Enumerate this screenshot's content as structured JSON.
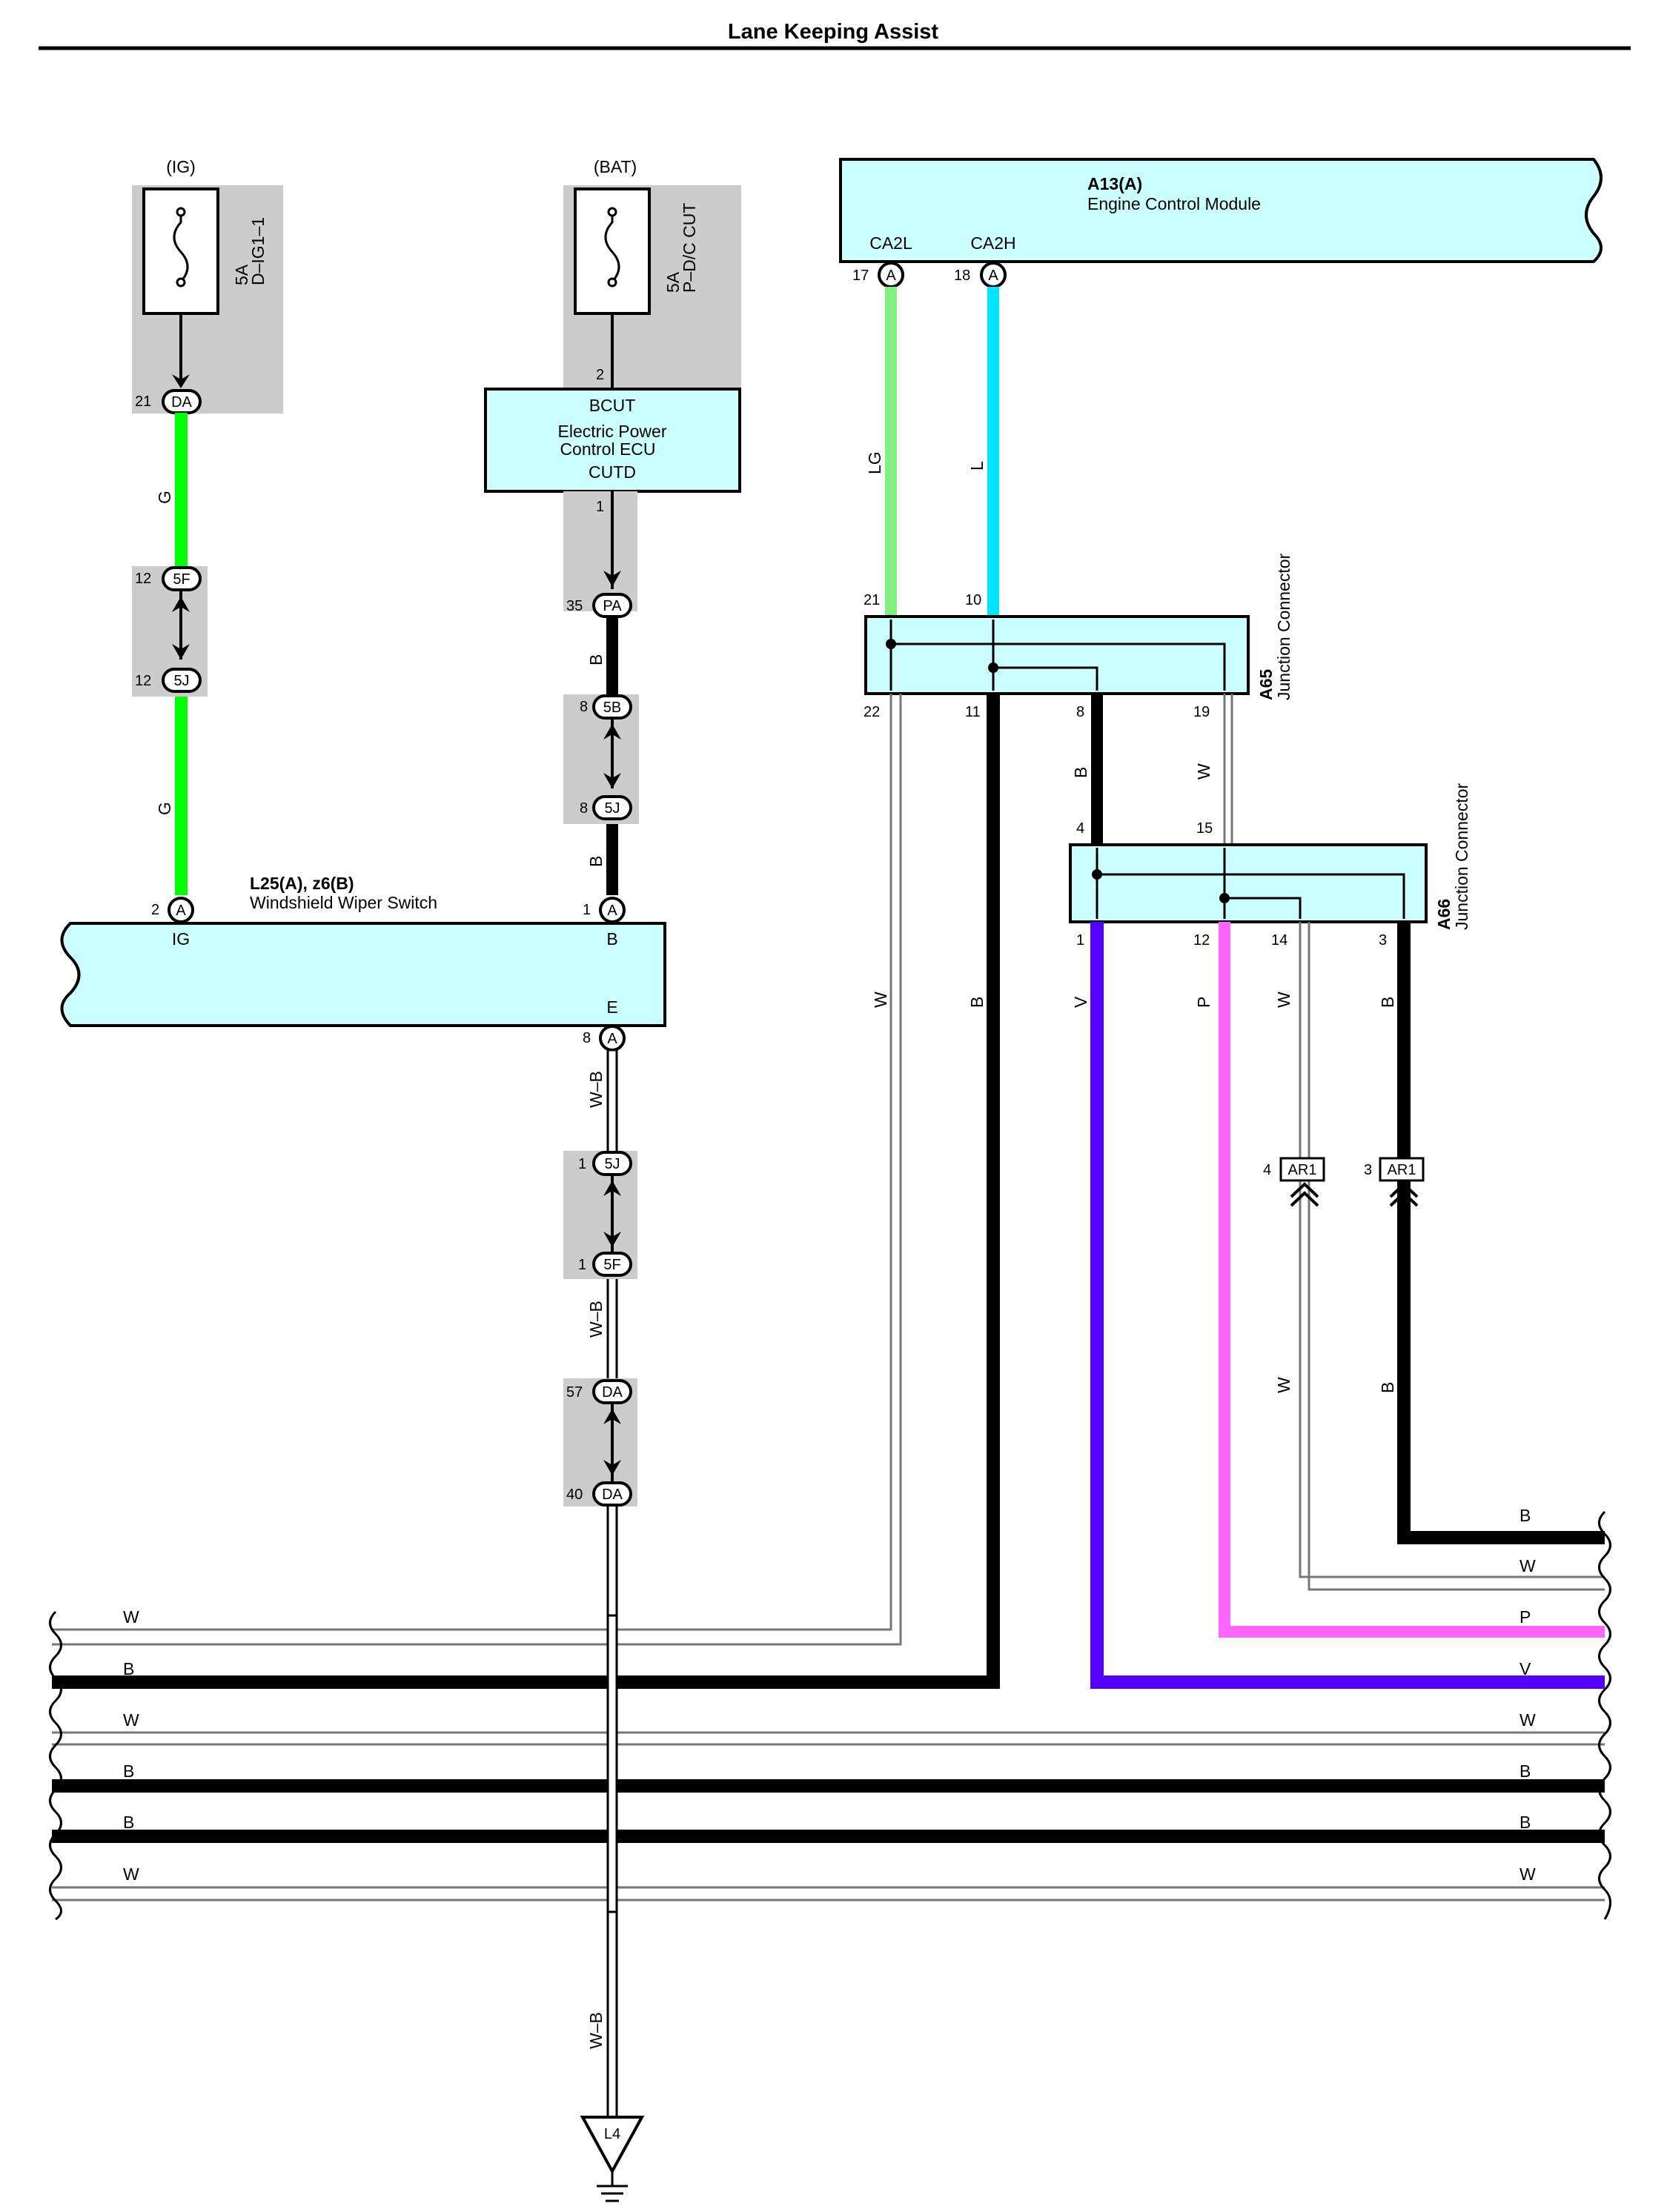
{
  "title": "Lane Keeping Assist",
  "supplies": {
    "ig": "(IG)",
    "bat": "(BAT)"
  },
  "fuses": {
    "d_ig1": {
      "rating": "5A",
      "name": "D–IG1–1"
    },
    "pdc": {
      "rating": "5A",
      "name": "P–D/C CUT"
    }
  },
  "ecm": {
    "code": "A13(A)",
    "name": "Engine Control Module",
    "pin_left": "CA2L",
    "pin_right": "CA2H",
    "num_left": "17",
    "num_right": "18",
    "conn": "A"
  },
  "epc_ecu": {
    "line1": "BCUT",
    "line2": "Electric Power",
    "line3": "Control ECU",
    "line4": "CUTD",
    "pin_top": "2",
    "pin_bottom": "1"
  },
  "wiper": {
    "code": "L25(A), z6(B)",
    "name": "Windshield Wiper Switch",
    "pin_ig_num": "2",
    "pin_ig_conn": "A",
    "pin_ig": "IG",
    "pin_b_num": "1",
    "pin_b_conn": "A",
    "pin_b": "B",
    "pin_e": "E",
    "pin_e_num": "8",
    "pin_e_conn": "A"
  },
  "a65": {
    "code": "A65",
    "name": "Junction Connector",
    "pins_top": [
      "21",
      "10"
    ],
    "pins_bottom": [
      "22",
      "11",
      "8",
      "19"
    ]
  },
  "a66": {
    "code": "A66",
    "name": "Junction Connector",
    "pins_top": [
      "4",
      "15"
    ],
    "pins_bottom": [
      "1",
      "12",
      "14",
      "3"
    ]
  },
  "connectors": {
    "ig_da_num": "21",
    "ig_da": "DA",
    "ig_5f_num": "12",
    "ig_5f": "5F",
    "ig_5j_num": "12",
    "ig_5j": "5J",
    "b_pa_num": "35",
    "b_pa": "PA",
    "b_5b_num": "8",
    "b_5b": "5B",
    "b_5j_num": "8",
    "b_5j": "5J",
    "g_5j_num": "1",
    "g_5j": "5J",
    "g_5f_num": "1",
    "g_5f": "5F",
    "g_da1_num": "57",
    "g_da1": "DA",
    "g_da2_num": "40",
    "g_da2": "DA",
    "ar1_w_num": "4",
    "ar1_w": "AR1",
    "ar1_b_num": "3",
    "ar1_b": "AR1"
  },
  "ground": {
    "label": "L4"
  },
  "wire_colors": {
    "G": "G",
    "B": "B",
    "W_B": "W–B",
    "LG": "LG",
    "L": "L",
    "W": "W",
    "V": "V",
    "P": "P"
  },
  "bus_left_labels": [
    "W",
    "B",
    "W",
    "B",
    "B",
    "W"
  ],
  "bus_right_labels": [
    "B",
    "W",
    "P",
    "V",
    "W",
    "B",
    "B",
    "W"
  ],
  "colors": {
    "green": "#00ff00",
    "light_green": "#80f080",
    "cyan": "#00e5ff",
    "violet": "#5500ff",
    "pink": "#ff66ff",
    "box_fill": "#ccffff",
    "shade": "#cccccc"
  }
}
